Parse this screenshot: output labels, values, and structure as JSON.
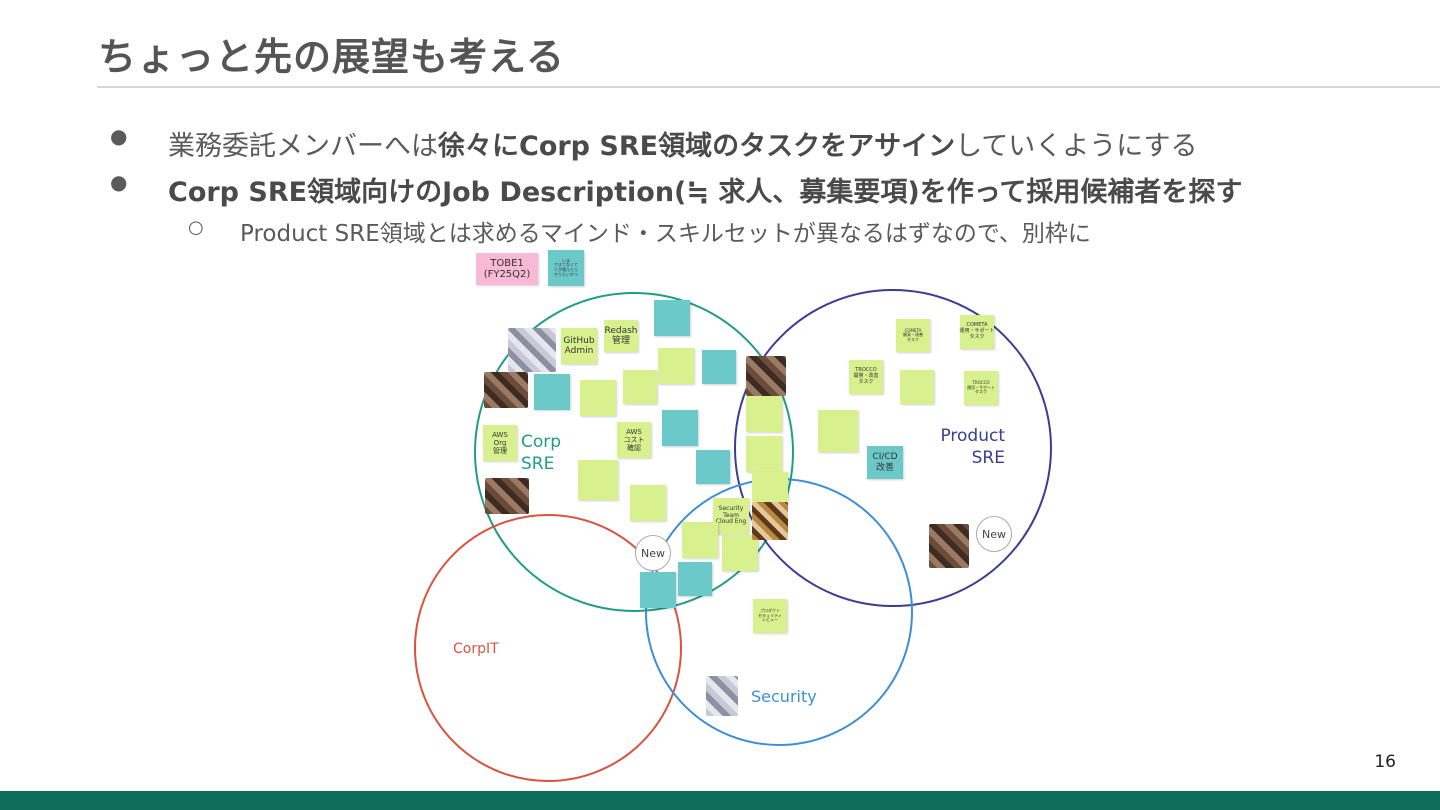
{
  "slide": {
    "title": "ちょっと先の展望も考える",
    "page_number": "16"
  },
  "bullets": {
    "b1_normal_pre": "業務委託メンバーへは",
    "b1_strong": "徐々にCorp SRE領域のタスクをアサイン",
    "b1_normal_post": "していくようにする",
    "b2_strong": "Corp SRE領域向けのJob Description(≒ 求人、募集要項)を作って採用候補者を探す",
    "b3_normal": "Product SRE領域とは求めるマインド・スキルセットが異なるはずなので、別枠に",
    "dot_filled": "●",
    "dot_hollow": "○"
  },
  "diagram": {
    "circles": {
      "corp_sre": {
        "label_line1": "Corp",
        "label_line2": "SRE",
        "color": "#1f9e83"
      },
      "product_sre": {
        "label_line1": "Product",
        "label_line2": "SRE",
        "color": "#3a3d92"
      },
      "corpit": {
        "label": "CorpIT",
        "color": "#d9543f"
      },
      "security": {
        "label": "Security",
        "color": "#3d8fd6"
      }
    },
    "notes": {
      "tobe1": "TOBE1\n(FY25Q2)",
      "ima": "いま\nできてなくて\n人が増えたら\nやりたいやつ",
      "github": "GitHub\nAdmin",
      "redash": "Redash\n管理",
      "aws_org": "AWS\nOrg\n管理",
      "aws_cost": "AWS\nコスト\n確認",
      "security_team": "Security\nTeam\nCloud Eng",
      "cometa1": "COMETA\n開発・改善\nタスク",
      "cometa2": "COMETA\n運用・サポート\nタスク",
      "trocco1": "TROCCO\n開発・改善\nタスク",
      "trocco2": "TROCCO\n運用・サポート\nタスク",
      "cicd": "CI/CD\n改善",
      "product_security": "プロダクト\nセキュリティ\nレビュー"
    },
    "new_badge": "New"
  },
  "colors": {
    "note_green": "#d9f08e",
    "note_teal": "#6cc9c9",
    "note_pink": "#f7b9d6",
    "footer": "#0f6b5a"
  }
}
